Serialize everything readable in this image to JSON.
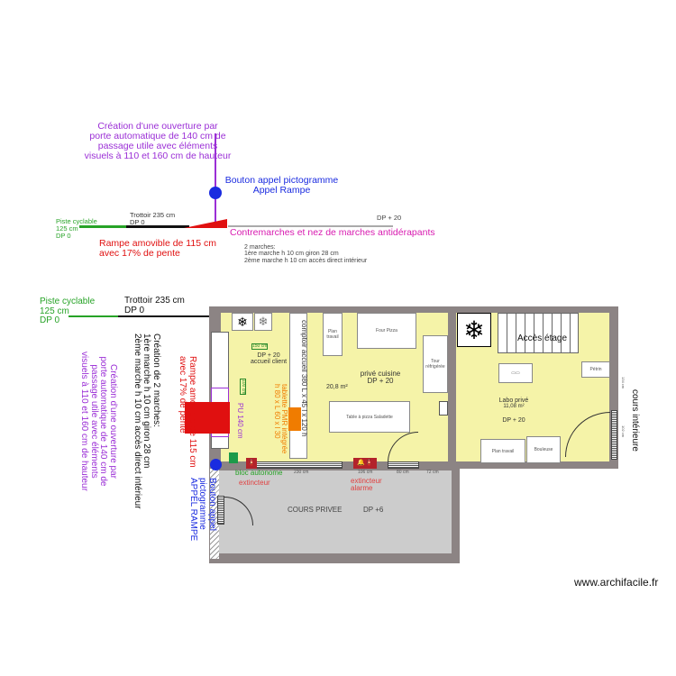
{
  "top": {
    "ouverture": [
      "Création d'une ouverture par",
      "porte automatique de 140 cm de",
      "passage utile avec éléments",
      "visuels à 110 et 160 cm de hauteur"
    ],
    "bouton": [
      "Bouton appel pictogramme",
      "Appel Rampe"
    ],
    "piste": [
      "Piste cyclable",
      "125 cm",
      "DP 0"
    ],
    "trottoir": [
      "Trottoir  235 cm",
      "DP 0"
    ],
    "dp20": "DP + 20",
    "contremarches": "Contremarches et nez de marches antidérapants",
    "rampe": [
      "Rampe amovible de 115 cm",
      "avec 17% de pente"
    ],
    "marches": [
      "2 marches:",
      "1ère marche h 10 cm giron 28 cm",
      "2ème marche h 10 cm accès direct intérieur"
    ]
  },
  "plan": {
    "piste": [
      "Piste cyclable",
      "125 cm",
      "DP 0"
    ],
    "trottoir": [
      "Trottoir  235 cm",
      "DP 0"
    ],
    "creation_marches": [
      "Création de 2 marches:",
      "1ère marche h 10 cm giron 28 cm",
      "2ème marche h 10 cm accès direct intérieur"
    ],
    "ouverture": [
      "Création d'une ouverture par",
      "porte automatique de 140 cm de",
      "passage utile avec éléments",
      "visuels à 110 et 160 cm de hauteur"
    ],
    "rampe": [
      "Rampe amovible de 115 cm",
      "avec 17% de pente"
    ],
    "bouton": [
      "Bouton appel",
      "pictogramme",
      "APPEL RAMPE"
    ],
    "pu": "PU 140 cm",
    "accueil": [
      "DP + 20",
      "accueil client"
    ],
    "dim_150": "150 cm",
    "dim_100": "100 cm",
    "comptoir": "comptoir accueil 380 L x 45 l x 120 h",
    "tablette": [
      "tablette PMR intégrée",
      "h 80 x L 60 x l 30"
    ],
    "plan_travail": "Plan travail",
    "four": "Four Pizza",
    "tour": "Tour réfrigérée",
    "cuisine": [
      "privé cuisine",
      "DP + 20"
    ],
    "surface_cuisine": "20,8 m²",
    "table": "Table à pizza Saladette",
    "acces": "Accès étage",
    "petrin": "Pétrin",
    "labo": [
      "Labo privé",
      "11,08 m²",
      "DP + 20"
    ],
    "plan_travail2": "Plan travail",
    "bouleuse": "Bouleuse",
    "cours_int": "cours intérieure",
    "dim_r1": "134 cm",
    "dim_r2": "102 cm",
    "bloc": "bloc autonome",
    "extincteur1": "extincteur",
    "extincteur2": "extincteur",
    "alarme": "alarme",
    "dims": [
      "230 cm",
      "106 cm",
      "80 cm",
      "72 cm"
    ],
    "cours": "COURS PRIVEE",
    "cours_dp": "DP +6"
  },
  "watermark": "www.archifacile.fr",
  "colors": {
    "room": "#f5f3a8",
    "wall": "#8c8484",
    "court": "#cccccc",
    "purple": "#9b2fd6",
    "blue": "#1a2be0",
    "red": "#e01010",
    "green": "#27a327",
    "magenta": "#d81ab0",
    "orange": "#f07c00"
  }
}
